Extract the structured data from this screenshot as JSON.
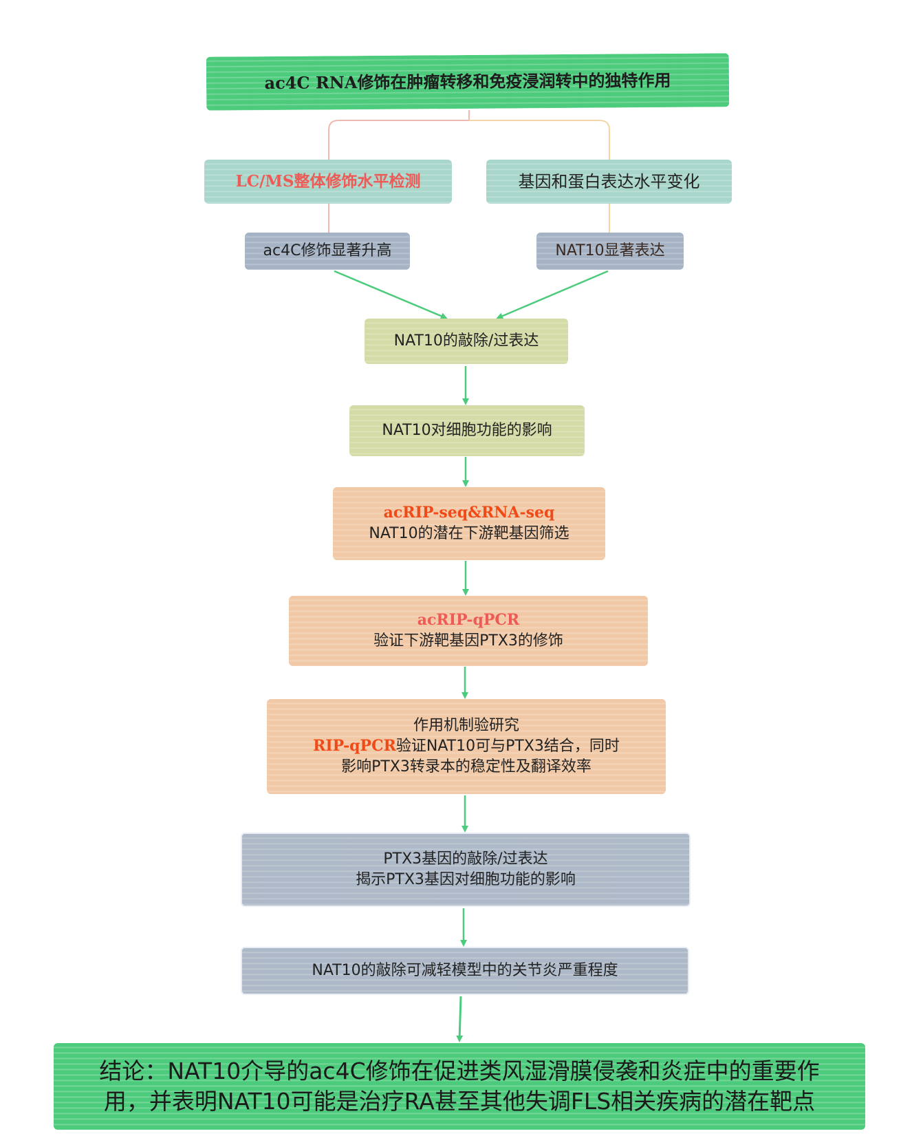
{
  "title": "ac4C RNA修饰在肿瘤转移和免疫浸润转中的独特作用",
  "lcms": "LC/MS整体修饰水平检测",
  "gene_protein": "基因和蛋白表达水平变化",
  "ac4c_high": "ac4C修饰显著升高",
  "nat10_high": "NAT10显著表达",
  "knock": "NAT10的敲除/过表达",
  "cell_function": "NAT10对细胞功能的影响",
  "acrip": {
    "method": "acRIP-seq&RNA-seq",
    "desc": "NAT10的潜在下游靶基因筛选"
  },
  "qpcr": {
    "method": "acRIP-qPCR",
    "desc": "验证下游靶基因PTX3的修饰"
  },
  "mechanism": {
    "line1": "作用机制验研究",
    "method": "RIP-qPCR",
    "line2_rest": "验证NAT10可与PTX3结合，同时",
    "line3": "影响PTX3转录本的稳定性及翻译效率"
  },
  "ptx3": {
    "line1": "PTX3基因的敲除/过表达",
    "line2": "揭示PTX3基因对细胞功能的影响"
  },
  "model": "NAT10的敲除可减轻模型中的关节炎严重程度",
  "conclusion": {
    "line1": "结论：NAT10介导的ac4C修饰在促进类风湿滑膜侵袭和炎症中的重要作",
    "line2": "用，并表明NAT10可能是治疗RA甚至其他失调FLS相关疾病的潜在靶点"
  },
  "colors": {
    "arrow_green": "#4dcb7c",
    "bracket_left": "#f0b8b0",
    "bracket_right": "#f2d6a8",
    "red_text": "#ee5a55",
    "orange_text": "#ef4a17"
  }
}
